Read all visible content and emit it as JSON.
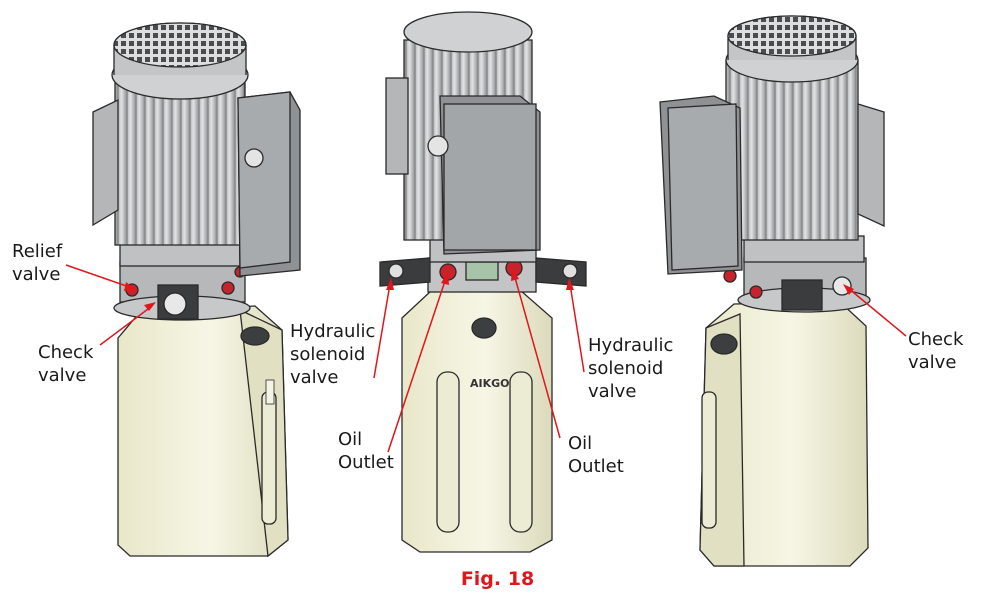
{
  "labels": {
    "relief_valve": "Relief\nvalve",
    "check_valve_left": "Check\nvalve",
    "hydraulic_solenoid_valve_left": "Hydraulic\nsolenoid\nvalve",
    "oil_outlet_left": "Oil\nOutlet",
    "oil_outlet_right": "Oil\nOutlet",
    "hydraulic_solenoid_valve_right": "Hydraulic\nsolenoid\nvalve",
    "check_valve_right": "Check\nvalve"
  },
  "tank_brand": "AIKGO",
  "caption": "Fig. 18",
  "colors": {
    "caption": "#e0161c",
    "leader": "#e0161c",
    "tank": "#f3f1da",
    "motor": "#c9cbcc",
    "valve_red": "#c8232c",
    "outline": "#2a2a2a"
  }
}
